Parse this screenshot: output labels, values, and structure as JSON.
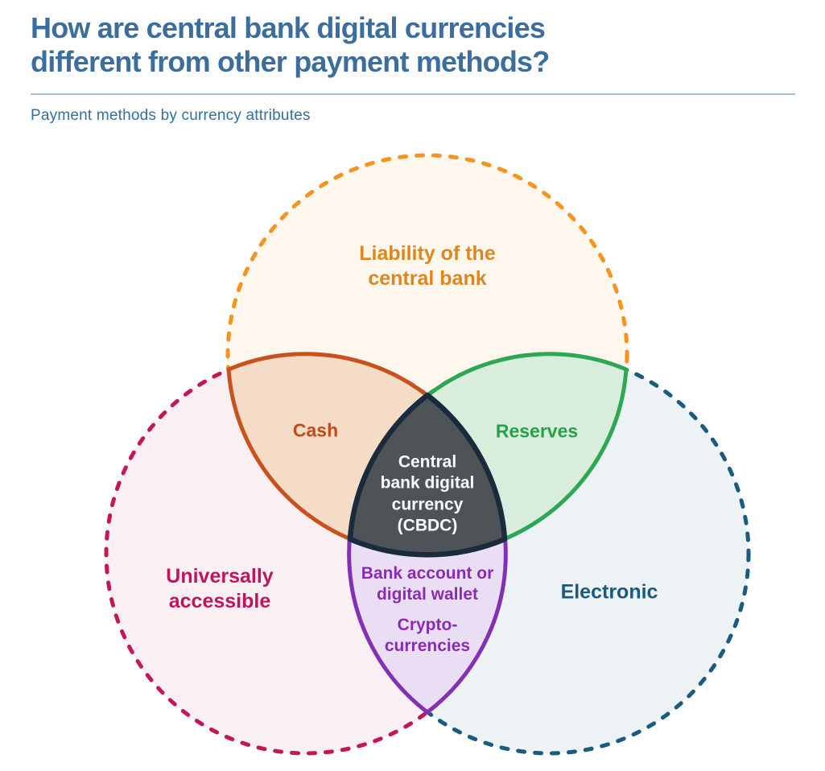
{
  "header": {
    "title": "How are central bank digital currencies\ndifferent from other payment methods?",
    "subtitle": "Payment methods by currency attributes",
    "title_color": "#3B6E9E",
    "subtitle_color": "#33709B",
    "divider_color": "#A9C2D8"
  },
  "venn": {
    "type": "venn-3-circle",
    "circles": [
      {
        "id": "liability",
        "label": "Liability of the\ncentral bank",
        "border_style": "dashed",
        "border_color": "#F7941D",
        "fill_color": "#FDF7ED",
        "label_color": "#E0861C"
      },
      {
        "id": "universally-accessible",
        "label": "Universally\naccessible",
        "border_style": "dashed",
        "border_color": "#C4175B",
        "fill_color": "#FAF0F4",
        "label_color": "#C0145C"
      },
      {
        "id": "electronic",
        "label": "Electronic",
        "border_style": "dashed",
        "border_color": "#1A5B80",
        "fill_color": "#EDF2F4",
        "label_color": "#1A5A80"
      }
    ],
    "intersections": [
      {
        "id": "cash",
        "of": [
          "liability",
          "universally-accessible"
        ],
        "label": "Cash",
        "border_color": "#C8521D",
        "fill_color": "#F5DCC6",
        "label_color": "#C2491A"
      },
      {
        "id": "reserves",
        "of": [
          "liability",
          "electronic"
        ],
        "label": "Reserves",
        "border_color": "#2EA755",
        "fill_color": "#D9EDDC",
        "label_color": "#27A04A"
      },
      {
        "id": "bank-account-or-crypto",
        "of": [
          "universally-accessible",
          "electronic"
        ],
        "labels": [
          "Bank account or\ndigital wallet",
          "Crypto-\ncurrencies"
        ],
        "border_color": "#8430B4",
        "fill_color": "#EADEF4",
        "label_color": "#8A2BB5"
      },
      {
        "id": "cbdc",
        "of": [
          "liability",
          "universally-accessible",
          "electronic"
        ],
        "label": "Central\nbank digital\ncurrency\n(CBDC)",
        "border_color": "#1B2B3E",
        "fill_color": "#4E5357",
        "label_color": "#FFFFFF"
      }
    ]
  }
}
